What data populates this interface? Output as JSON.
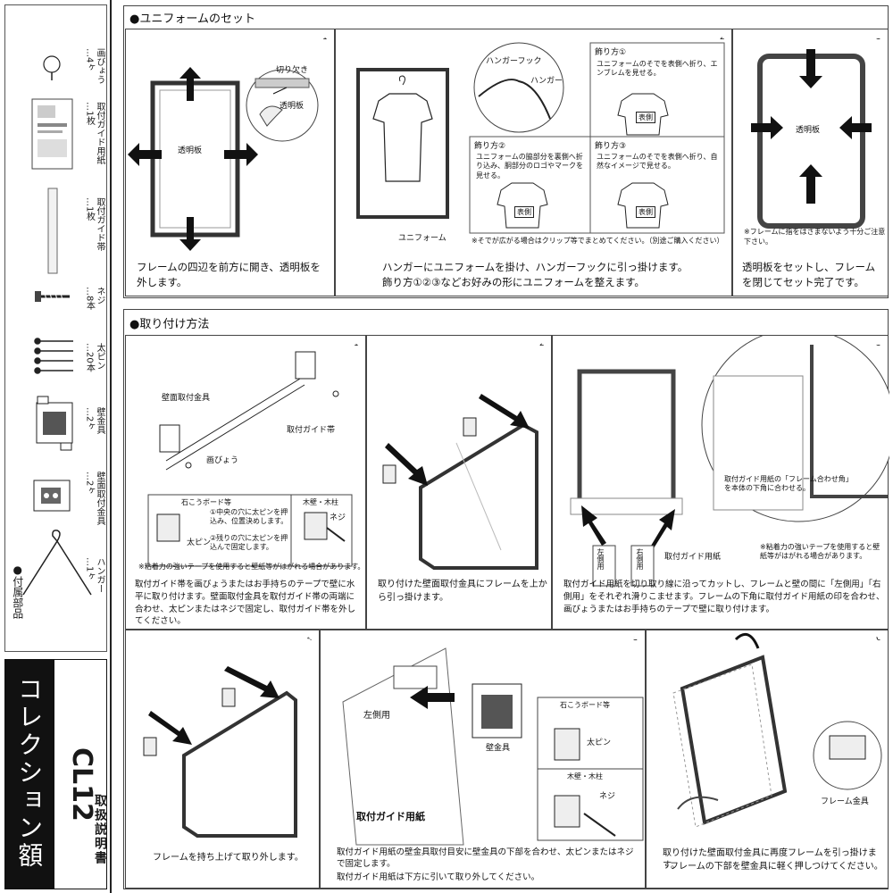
{
  "title_block": {
    "product_name": "コレクション額",
    "model": "CL12",
    "manual": "取扱説明書"
  },
  "parts": {
    "heading": "●付属部品",
    "items": [
      {
        "name": "画びょう",
        "qty": "…4ヶ",
        "icon": "pushpin-icon"
      },
      {
        "name": "取付ガイド用紙",
        "qty": "…1枚",
        "icon": "guide-sheet-icon"
      },
      {
        "name": "取付ガイド帯",
        "qty": "…1枚",
        "icon": "guide-band-icon"
      },
      {
        "name": "ネジ",
        "qty": "…8本",
        "icon": "screw-icon"
      },
      {
        "name": "太ピン",
        "qty": "…20本",
        "icon": "pin-icon"
      },
      {
        "name": "壁金具",
        "qty": "…2ヶ",
        "icon": "wall-bracket-icon"
      },
      {
        "name": "壁面取付金具",
        "qty": "…2ヶ",
        "icon": "wall-mount-bracket-icon"
      },
      {
        "name": "ハンガー",
        "qty": "…1ヶ",
        "icon": "hanger-icon"
      }
    ]
  },
  "uniform_set": {
    "heading": "●ユニフォームのセット",
    "steps": [
      {
        "num": "1",
        "caption": "フレームの四辺を前方に開き、透明板を外します。",
        "labels": {
          "notch": "切り欠き",
          "clear_plate": "透明板",
          "clear_plate_main": "透明板"
        }
      },
      {
        "num": "2",
        "caption_line1": "ハンガーにユニフォームを掛け、ハンガーフックに引っ掛けます。",
        "caption_line2": "飾り方①②③などお好みの形にユニフォームを整えます。",
        "labels": {
          "hanger_hook": "ハンガーフック",
          "hanger": "ハンガー",
          "uniform": "ユニフォーム"
        },
        "styles": [
          {
            "title": "飾り方①",
            "text": "ユニフォームのそでを表側へ折り、エンブレムを見せる。",
            "tag": "表側"
          },
          {
            "title": "飾り方②",
            "text": "ユニフォームの脇部分を裏側へ折り込み、胴部分のロゴやマークを見せる。",
            "tag": "表側"
          },
          {
            "title": "飾り方③",
            "text": "ユニフォームのそでを表側へ折り、自然なイメージで見せる。",
            "tag": "表側"
          }
        ],
        "note": "※そでが広がる場合はクリップ等でまとめてください。（別途ご購入ください）"
      },
      {
        "num": "3",
        "caption": "透明板をセットし、フレームを閉じてセット完了です。",
        "labels": {
          "clear_plate": "透明板"
        },
        "note": "※フレームに指をはさまないよう十分ご注意下さい。"
      }
    ]
  },
  "mounting": {
    "heading": "●取り付け方法",
    "steps": [
      {
        "num": "1",
        "labels": {
          "wall_mount": "壁面取付金具",
          "guide_band": "取付ガイド帯",
          "pushpin": "画びょう",
          "plaster": "石こうボード等",
          "wood": "木壁・木柱",
          "pin": "太ピン",
          "screw": "ネジ",
          "instr1": "①中央の穴に太ピンを押込み、位置決めします。",
          "instr2": "②残りの穴に太ピンを押込んで固定します。"
        },
        "note": "※粘着力の強いテープを使用すると壁紙等がはがれる場合があります。",
        "caption": "取付ガイド帯を画びょうまたはお手持ちのテープで壁に水平に取り付けます。壁面取付金具を取付ガイド帯の両端に合わせ、太ピンまたはネジで固定し、取付ガイド帯を外してください。"
      },
      {
        "num": "2",
        "caption": "取り付けた壁面取付金具にフレームを上から引っ掛けます。"
      },
      {
        "num": "3",
        "labels": {
          "left": "左側用",
          "right": "右側用",
          "guide_sheet": "取付ガイド用紙",
          "callout": "取付ガイド用紙の「フレーム合わせ角」を本体の下角に合わせる。"
        },
        "note": "※粘着力の強いテープを使用すると壁紙等がはがれる場合があります。",
        "caption": "取付ガイド用紙を切り取り線に沿ってカットし、フレームと壁の間に「左側用」「右側用」をそれぞれ滑りこませます。フレームの下角に取付ガイド用紙の印を合わせ、画びょうまたはお手持ちのテープで壁に取り付けます。"
      },
      {
        "num": "4",
        "caption": "フレームを持ち上げて取り外します。"
      },
      {
        "num": "5",
        "labels": {
          "wall_bracket": "壁金具",
          "plaster": "石こうボード等",
          "pin": "太ピン",
          "wood": "木壁・木柱",
          "screw": "ネジ",
          "sheet_title": "取付ガイド用紙",
          "left": "左側用"
        },
        "caption_line1": "取付ガイド用紙の壁金具取付目安に壁金具の下部を合わせ、太ピンまたはネジで固定します。",
        "caption_line2": "取付ガイド用紙は下方に引いて取り外してください。"
      },
      {
        "num": "6",
        "labels": {
          "frame_bracket": "フレーム金具"
        },
        "caption_line1": "取り付けた壁面取付金具に再度フレームを引っ掛けます。",
        "caption_line2": "フレームの下部を壁金具に軽く押しつけてください。"
      }
    ]
  }
}
